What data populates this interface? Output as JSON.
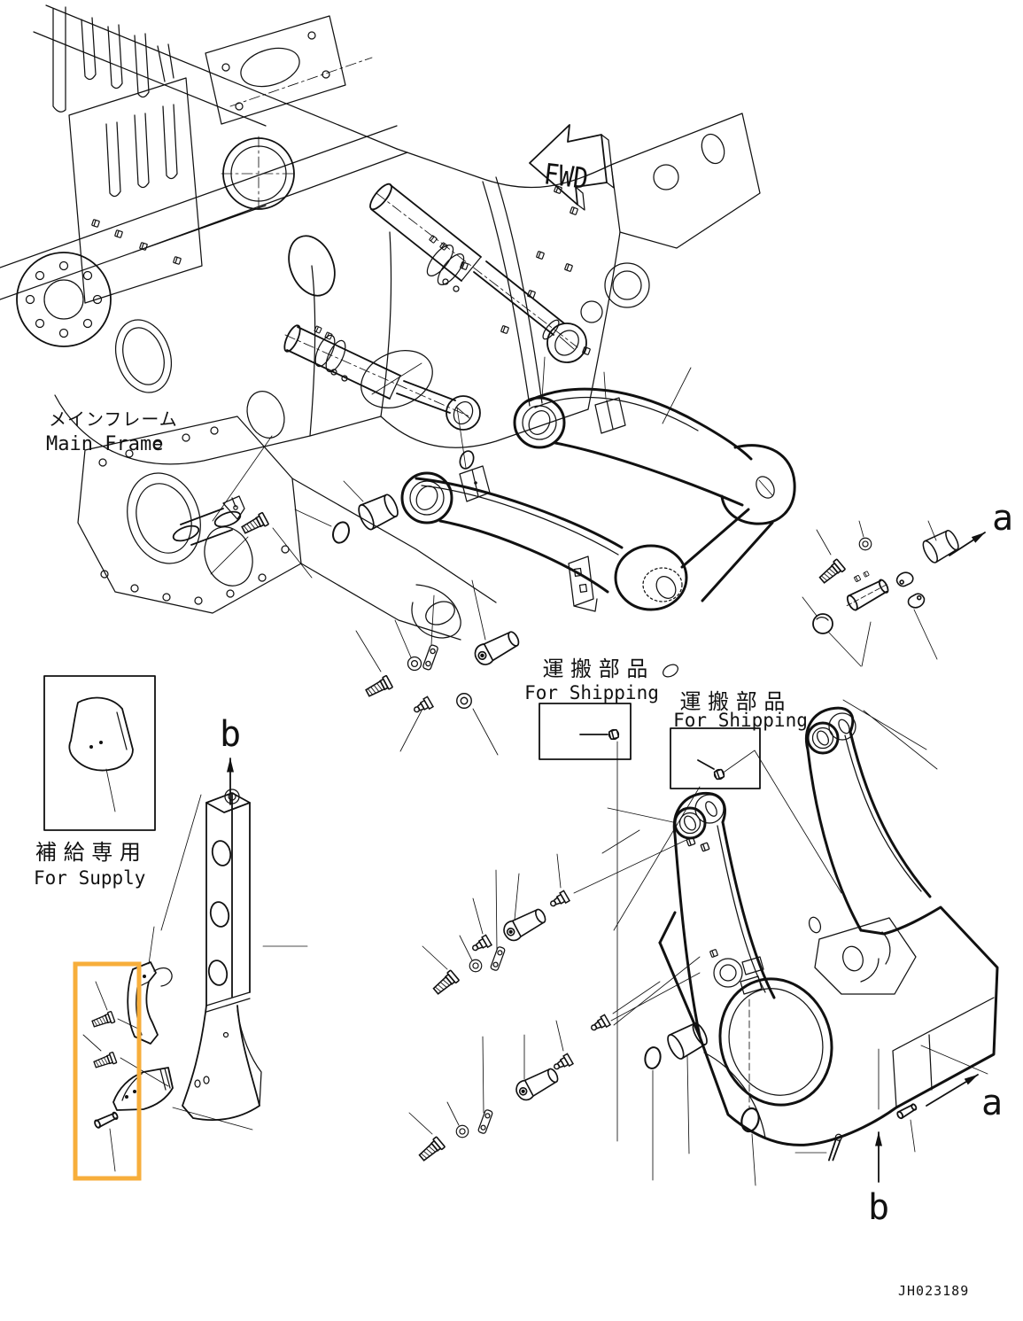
{
  "page": {
    "background": "#ffffff",
    "line_color": "#111111"
  },
  "labels": {
    "fwd_arrow": "FWD",
    "main_frame": {
      "jp": "メインフレーム",
      "en": "Main Frame"
    },
    "shipping_left": {
      "jp": "運 搬 部 品",
      "en": "For Shipping"
    },
    "shipping_right": {
      "jp": "運 搬 部 品",
      "en": "For Shipping"
    },
    "supply": {
      "jp": "補 給 専 用",
      "en": "For Supply"
    },
    "view_a_upper": "a",
    "view_a_lower": "a",
    "view_b_upper": "b",
    "view_b_lower": "b",
    "drawing_number": "JH023189"
  },
  "highlight": {
    "color": "#F7AE3B"
  }
}
